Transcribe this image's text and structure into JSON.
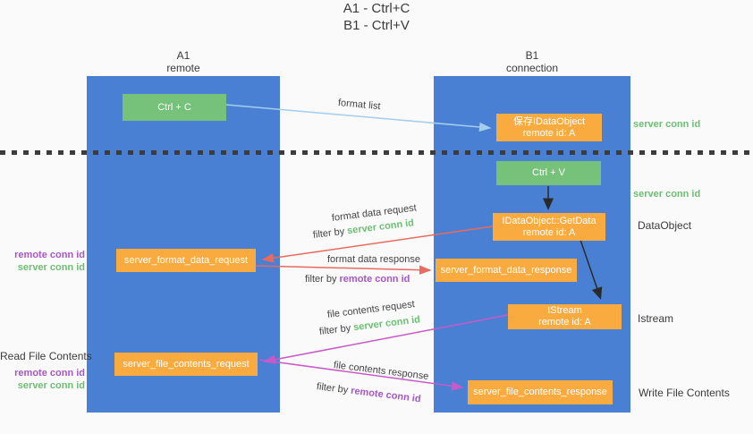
{
  "title": {
    "line1": "A1 - Ctrl+C",
    "line2": "B1 - Ctrl+V"
  },
  "lifelines": {
    "left": {
      "name": "A1",
      "role": "remote"
    },
    "right": {
      "name": "B1",
      "role": "connection"
    }
  },
  "nodes": {
    "ctrl_c": {
      "label": "Ctrl + C"
    },
    "ctrl_v": {
      "label": "Ctrl + V"
    },
    "save_dataobject": {
      "line1": "保存IDataObject",
      "line2": "remote id: A"
    },
    "getdata": {
      "line1": "IDataObject::GetData",
      "line2": "remote id: A"
    },
    "istream": {
      "line1": "IStream",
      "line2": "remote id: A"
    },
    "format_request": {
      "label": "server_format_data_request"
    },
    "format_response": {
      "label": "server_format_data_response"
    },
    "file_request": {
      "label": "server_file_contents_request"
    },
    "file_response": {
      "label": "server_file_contents_response"
    }
  },
  "annotations": {
    "server_conn_id_top": "server conn id",
    "server_conn_id_mid": "server conn id",
    "dataobject": "DataObject",
    "istream": "Istream",
    "write_file_contents": "Write File Contents",
    "read_file_contents": "Read File Contents",
    "format_ids": {
      "remote": "remote conn id",
      "server": "server conn id"
    },
    "file_ids": {
      "remote": "remote conn id",
      "server": "server conn id"
    }
  },
  "arrows": {
    "format_list": {
      "label": "format list"
    },
    "format_data_request": {
      "label": "format data request",
      "filter_prefix": "filter by ",
      "filter_value": "server conn id"
    },
    "format_data_response": {
      "label": "format data response",
      "filter_prefix": "filter by ",
      "filter_value": "remote conn id"
    },
    "file_contents_request": {
      "label": "file contents request",
      "filter_prefix": "filter by ",
      "filter_value": "server conn id"
    },
    "file_contents_response": {
      "label": "file contents response",
      "filter_prefix": "filter by ",
      "filter_value": "remote conn id"
    }
  },
  "colors": {
    "lifeline_blue": "#4a80d4",
    "action_green": "#76c27a",
    "message_orange": "#f9ab40",
    "request_red": "#e96a5f",
    "contents_magenta": "#c85ac8",
    "format_list_blue": "#a5cdec",
    "server_id_green": "#6cbf72",
    "remote_id_purple": "#a855c8"
  }
}
